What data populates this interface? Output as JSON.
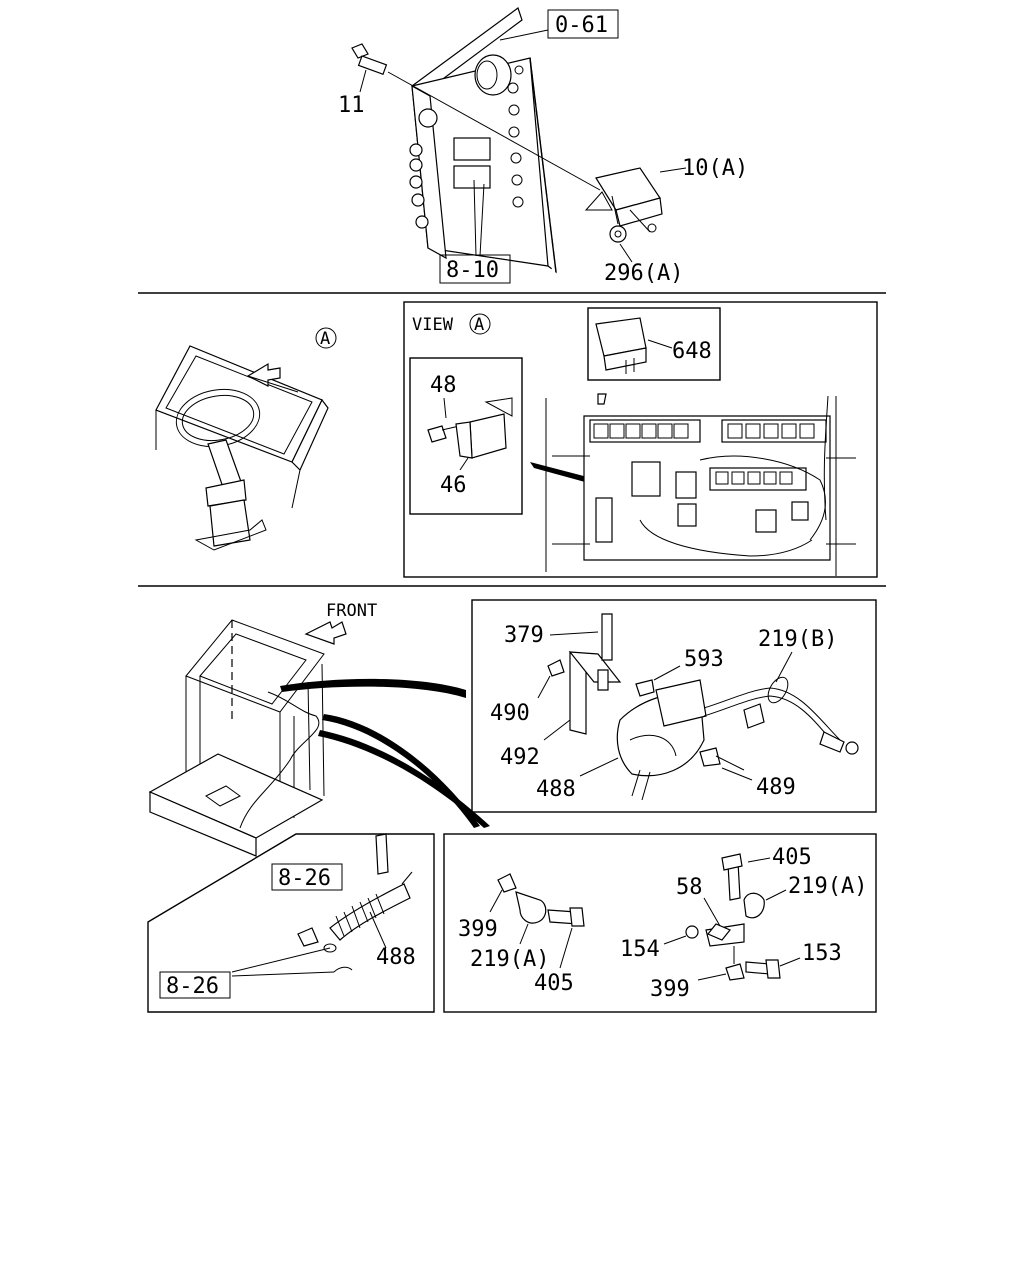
{
  "refs": {
    "r061": "0-61",
    "r810": "8-10",
    "r826a": "8-26",
    "r826b": "8-26"
  },
  "labels": {
    "p11": "11",
    "p10a": "10(A)",
    "p296a": "296(A)",
    "view_a": "VIEW",
    "circle_a": "A",
    "circle_a2": "A",
    "p648": "648",
    "p48": "48",
    "p46": "46",
    "front": "FRONT",
    "p379": "379",
    "p593": "593",
    "p219b": "219(B)",
    "p490": "490",
    "p492": "492",
    "p488a": "488",
    "p489": "489",
    "p488b": "488",
    "p399a": "399",
    "p219a1": "219(A)",
    "p405a": "405",
    "p405b": "405",
    "p219a2": "219(A)",
    "p58": "58",
    "p154": "154",
    "p153": "153",
    "p399b": "399"
  },
  "icons": [
    "relay-icon",
    "bolt-icon",
    "arrow-icon",
    "steering-wheel-icon",
    "cable-icon",
    "clamp-icon",
    "nut-icon"
  ]
}
